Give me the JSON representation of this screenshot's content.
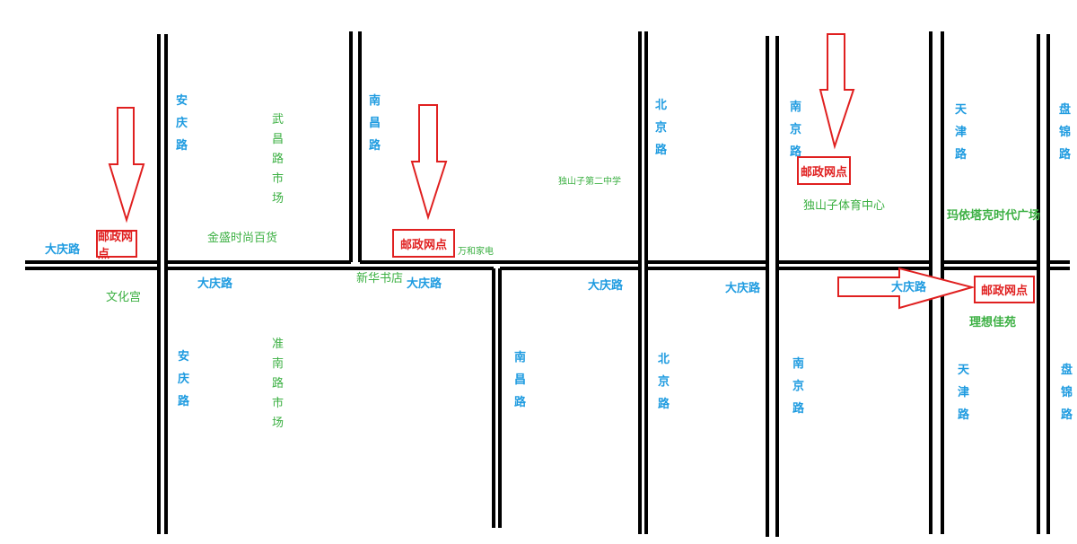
{
  "roads": {
    "daqing": "大庆路",
    "anqing": "安庆路",
    "nanchang": "南昌路",
    "beijing": "北京路",
    "nanjing": "南京路",
    "tianjin": "天津路",
    "panjin": "盘锦路"
  },
  "places": {
    "wuchang_market": "武昌路市场",
    "huainan_market": "准南路市场",
    "jinsheng": "金盛时尚百货",
    "wenhuagong": "文化宫",
    "xinhua": "新华书店",
    "wanhe": "万和家电",
    "school": "独山子第二中学",
    "stadium": "独山子体育中心",
    "mall": "玛依塔克时代广场",
    "lixiang": "理想佳苑"
  },
  "post_office_label": "邮政网点",
  "colors": {
    "road": "#000000",
    "road_label": "#1e9be0",
    "place_label": "#3cb043",
    "marker": "#e02020"
  }
}
